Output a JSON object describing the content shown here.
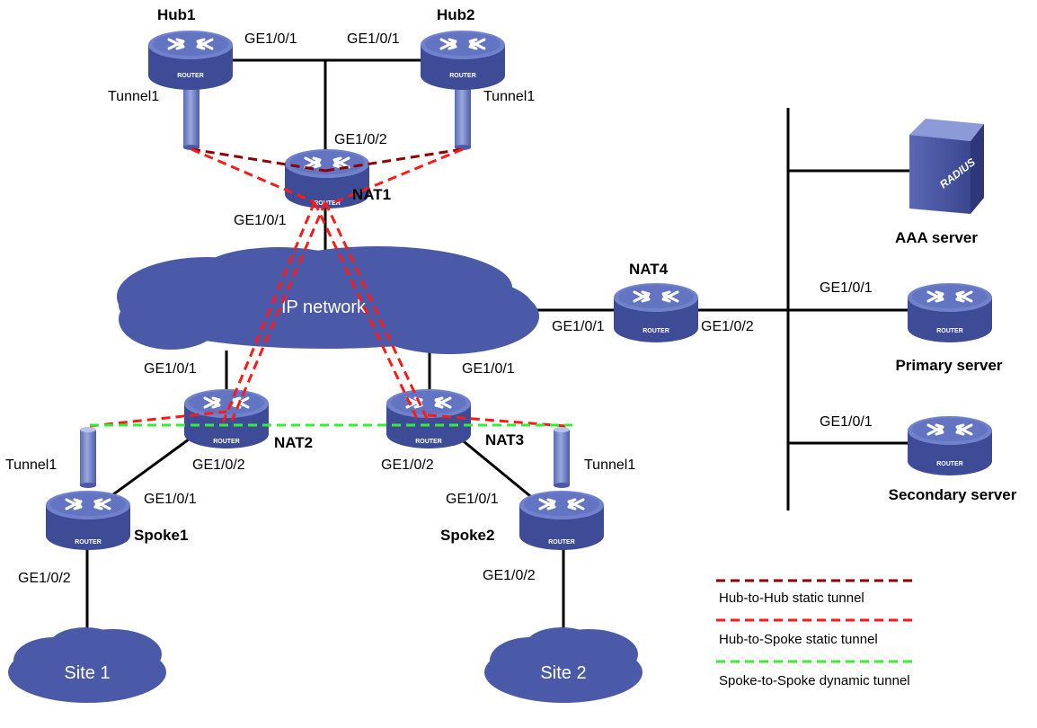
{
  "devices": {
    "hub1": {
      "name": "Hub1",
      "badge": "ROUTER"
    },
    "hub2": {
      "name": "Hub2",
      "badge": "ROUTER"
    },
    "nat1": {
      "name": "NAT1",
      "badge": "ROUTER"
    },
    "nat2": {
      "name": "NAT2",
      "badge": "ROUTER"
    },
    "nat3": {
      "name": "NAT3",
      "badge": "ROUTER"
    },
    "nat4": {
      "name": "NAT4",
      "badge": "ROUTER"
    },
    "spoke1": {
      "name": "Spoke1",
      "badge": "ROUTER"
    },
    "spoke2": {
      "name": "Spoke2",
      "badge": "ROUTER"
    },
    "primary": {
      "name": "Primary server",
      "badge": "ROUTER"
    },
    "secondary": {
      "name": "Secondary server",
      "badge": "ROUTER"
    },
    "aaa": {
      "name": "AAA server",
      "badge": "RADIUS"
    }
  },
  "clouds": {
    "ip": "IP network",
    "site1": "Site 1",
    "site2": "Site 2"
  },
  "interfaces": {
    "hub1_ge101": "GE1/0/1",
    "hub2_ge101": "GE1/0/1",
    "hub1_tunnel": "Tunnel1",
    "hub2_tunnel": "Tunnel1",
    "nat1_ge102": "GE1/0/2",
    "nat1_ge101": "GE1/0/1",
    "nat2_ge101": "GE1/0/1",
    "nat2_ge102": "GE1/0/2",
    "nat3_ge101": "GE1/0/1",
    "nat3_ge102": "GE1/0/2",
    "nat4_ge101": "GE1/0/1",
    "nat4_ge102": "GE1/0/2",
    "spoke1_tunnel": "Tunnel1",
    "spoke1_ge101": "GE1/0/1",
    "spoke1_ge102": "GE1/0/2",
    "spoke2_tunnel": "Tunnel1",
    "spoke2_ge101": "GE1/0/1",
    "spoke2_ge102": "GE1/0/2",
    "primary_ge101": "GE1/0/1",
    "secondary_ge101": "GE1/0/1"
  },
  "legend": {
    "hub_hub": {
      "label": "Hub-to-Hub  static tunnel",
      "color": "#8b0000"
    },
    "hub_spoke": {
      "label": "Hub-to-Spoke  static tunnel",
      "color": "#ff1a1a"
    },
    "spoke_spoke": {
      "label": "Spoke-to-Spoke  dynamic tunnel",
      "color": "#33ee33"
    }
  },
  "colors": {
    "router_body": "#4a5aa8",
    "router_top": "#6e80cc",
    "cloud": "#4a5aa8"
  }
}
